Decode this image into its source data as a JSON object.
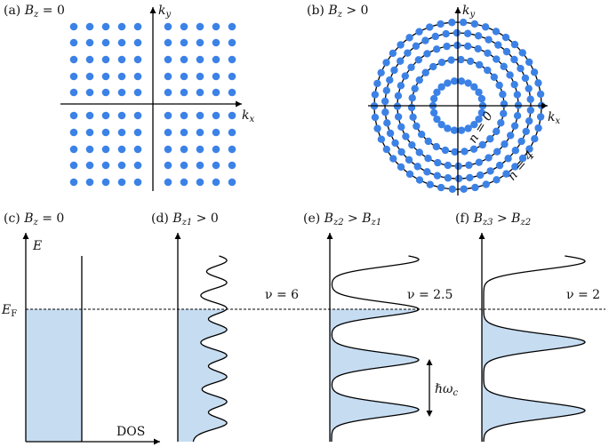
{
  "panels": {
    "a": {
      "tag": "(a)",
      "var": "B",
      "sub": "z",
      "rel": " = 0",
      "kx": "k",
      "kx_sub": "x",
      "ky": "k",
      "ky_sub": "y"
    },
    "b": {
      "tag": "(b)",
      "var": "B",
      "sub": "z",
      "rel": " > 0",
      "kx": "k",
      "kx_sub": "x",
      "ky": "k",
      "ky_sub": "y",
      "n0_label": "n = 0",
      "n4_label": "n = 4",
      "ring_count": 5
    },
    "c": {
      "tag": "(c)",
      "var": "B",
      "sub": "z",
      "rel": " = 0"
    },
    "d": {
      "tag": "(d)",
      "var": "B",
      "sub": "z1",
      "rel": " > 0",
      "nu": "ν = 6"
    },
    "e": {
      "tag": "(e)",
      "var": "B",
      "sub": "z2",
      "rel": " > ",
      "var2": "B",
      "sub2": "z1",
      "nu": "ν = 2.5"
    },
    "f": {
      "tag": "(f)",
      "var": "B",
      "sub": "z3",
      "rel": " > ",
      "var2": "B",
      "sub2": "z2",
      "nu": "ν = 2"
    }
  },
  "axes": {
    "energy": "E",
    "fermi": "E",
    "fermi_sub": "F",
    "dos": "DOS",
    "cyclotron": "ℏω",
    "cyclotron_sub": "c"
  },
  "colors": {
    "dot": "#3c82e6",
    "fill": "#c6dcf1",
    "line": "#000000"
  }
}
